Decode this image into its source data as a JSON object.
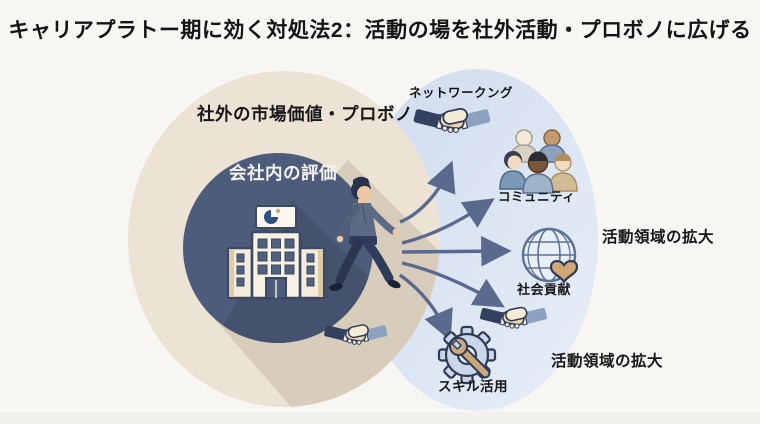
{
  "title": "キャリアプラトー期に効く対処法2：活動の場を社外活動・プロボノに広げる",
  "outer_circle": {
    "label": "社外の市場価値・プロボノ"
  },
  "inner_circle": {
    "label": "会社内の評価"
  },
  "targets": [
    {
      "label": "ネットワークング",
      "icon": "handshake-icon"
    },
    {
      "label": "コミュニティ",
      "icon": "people-group-icon"
    },
    {
      "label": "社会貢献",
      "icon": "globe-heart-icon"
    },
    {
      "label": "スキル活用",
      "icon": "gear-wrench-icon"
    }
  ],
  "annotations": [
    {
      "label": "活動領域の拡大"
    },
    {
      "label": "活動領域の拡大"
    }
  ],
  "colors": {
    "background": "#f8f6f2",
    "outer_circle": "#ece3d4",
    "outer_circle_shadow": "#d8ccba",
    "inner_circle": "#4e5c7c",
    "expansion_circle": "#d3dfef",
    "arrow": "#5a6a8e",
    "accent_tan": "#c9a97c",
    "title_text": "#141414"
  }
}
